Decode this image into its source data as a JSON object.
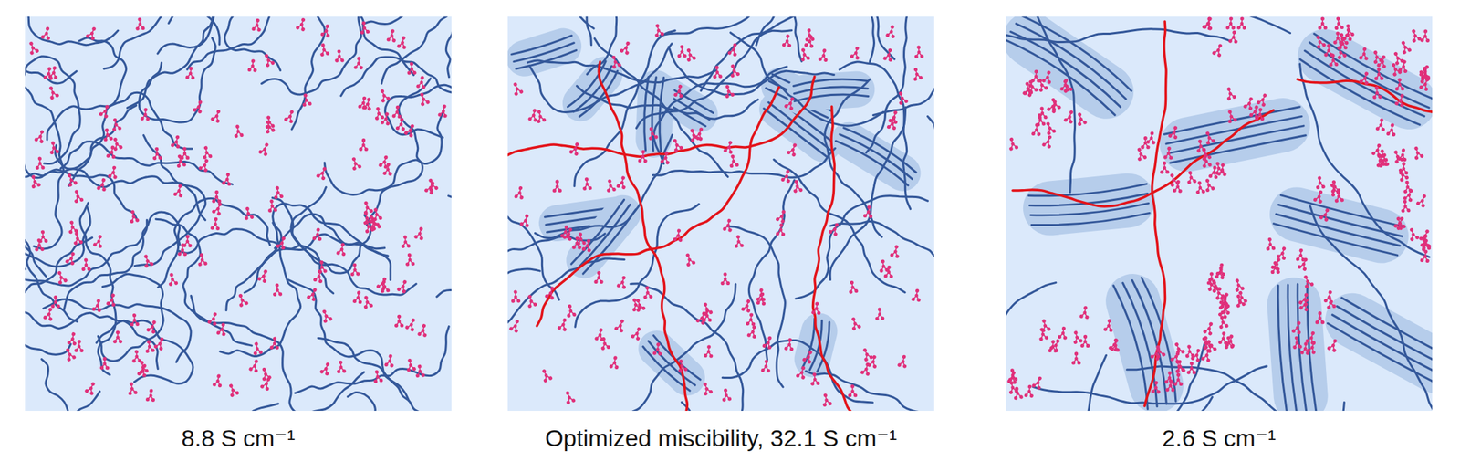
{
  "diagram": {
    "labels": [
      "8.8 S cm⁻¹",
      "Optimized miscibility, 32.1 S cm⁻¹",
      "2.6 S cm⁻¹"
    ]
  }
}
